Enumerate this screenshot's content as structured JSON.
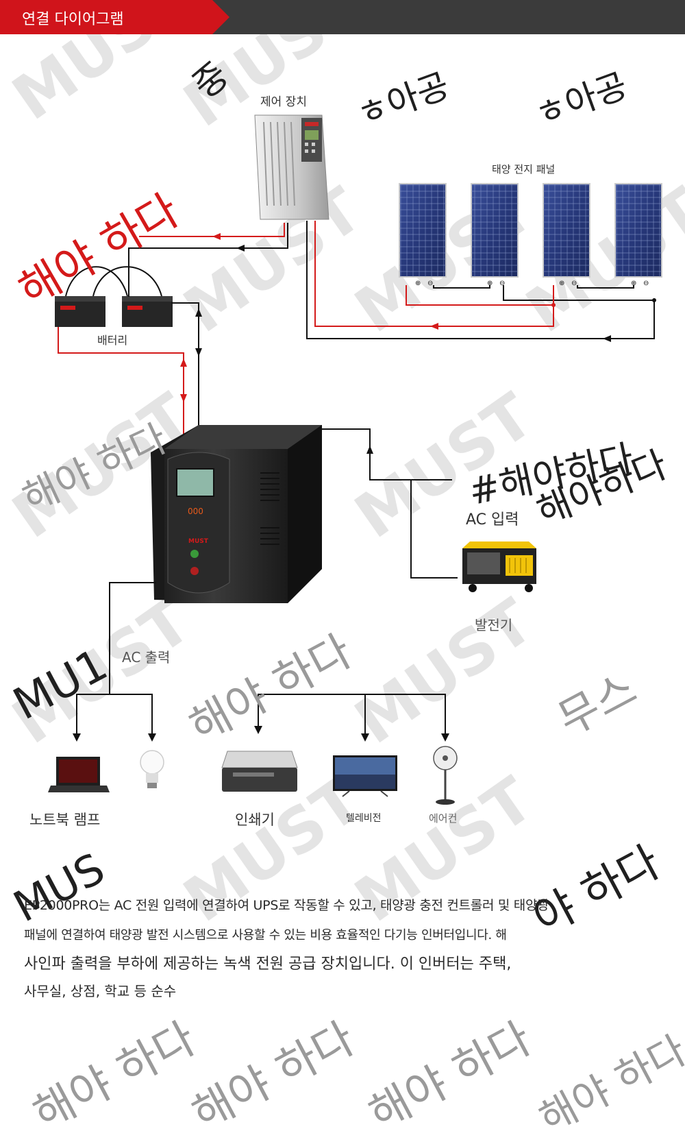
{
  "header": {
    "title": "연결 다이어그램"
  },
  "labels": {
    "controller": "제어 장치",
    "solar_panel": "태양 전지 패널",
    "battery": "배터리",
    "ac_input": "AC 입력",
    "generator": "발전기",
    "ac_output": "AC 출력",
    "laptop_lamp": "노트북 램프",
    "printer": "인쇄기",
    "tv": "텔레비전",
    "aircon": "에어컨"
  },
  "overlays": [
    "중",
    "ㅎ아공",
    "ㅎ아공",
    "해야 하다",
    "해야 하다",
    "#해야하다",
    "해야하다",
    "MU1",
    "해야 하다",
    "무스",
    "MUS",
    "야 하다",
    "해야 하다",
    "해야 하다",
    "해야 하다",
    "해야 하다"
  ],
  "watermark": "MUST",
  "description": {
    "line1": "EP2000PRO는 AC 전원 입력에 연결하여 UPS로 작동할 수 있고, 태양광 충전 컨트롤러 및 태양광",
    "line2": "패널에 연결하여 태양광 발전 시스템으로 사용할 수 있는 비용 효율적인 다기능 인버터입니다. 해",
    "line3": "사인파 출력을 부하에 제공하는 녹색 전원 공급 장치입니다. 이 인버터는 주택,",
    "line4": "사무실, 상점, 학교 등 순수"
  },
  "device": {
    "brand": "MUST",
    "display": "000"
  },
  "colors": {
    "header_red": "#d0141b",
    "header_dark": "#3b3b3b",
    "wire_red": "#d41a1a",
    "wire_black": "#111111",
    "panel_blue": "#2b3e82",
    "inverter_body": "#2c2c2c",
    "watermark": "#e4e4e4"
  }
}
